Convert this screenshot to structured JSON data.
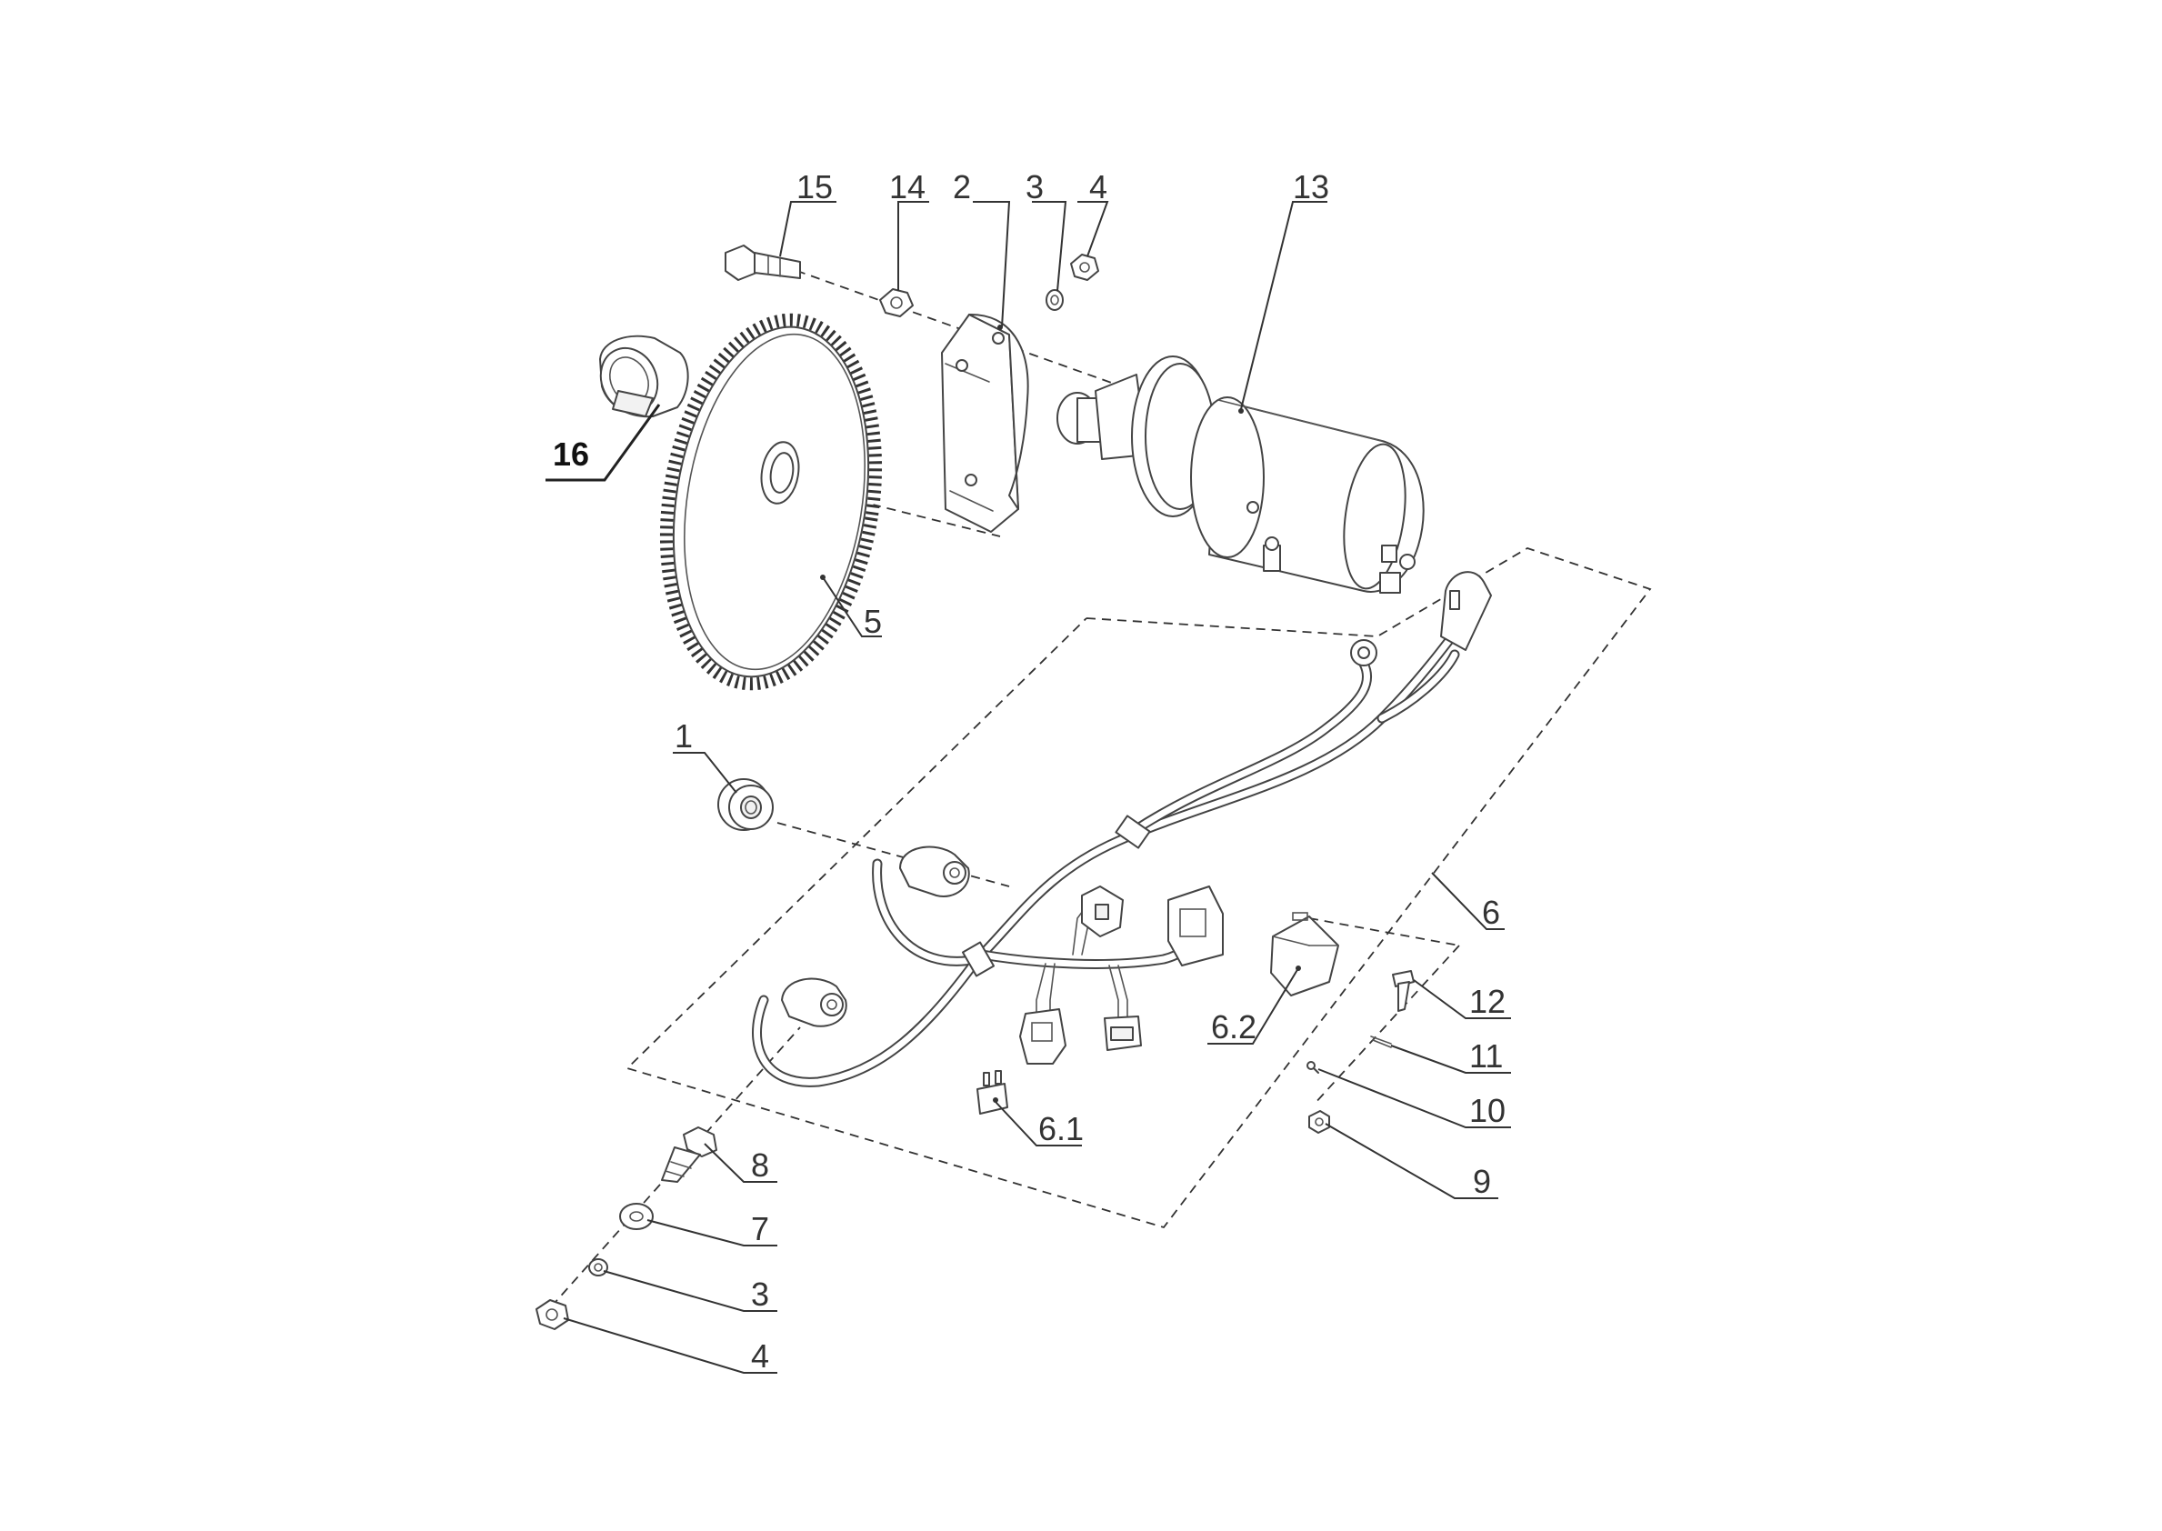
{
  "callouts": {
    "c15": "15",
    "c14": "14",
    "c2": "2",
    "c3_top": "3",
    "c4_top": "4",
    "c13": "13",
    "c16": "16",
    "c5": "5",
    "c1": "1",
    "c6": "6",
    "c12": "12",
    "c6_2": "6.2",
    "c11": "11",
    "c10": "10",
    "c6_1": "6.1",
    "c9": "9",
    "c8": "8",
    "c7": "7",
    "c3_bottom": "3",
    "c4_bottom": "4"
  },
  "colors": {
    "line": "#444444",
    "text": "#333333",
    "background": "#ffffff"
  }
}
